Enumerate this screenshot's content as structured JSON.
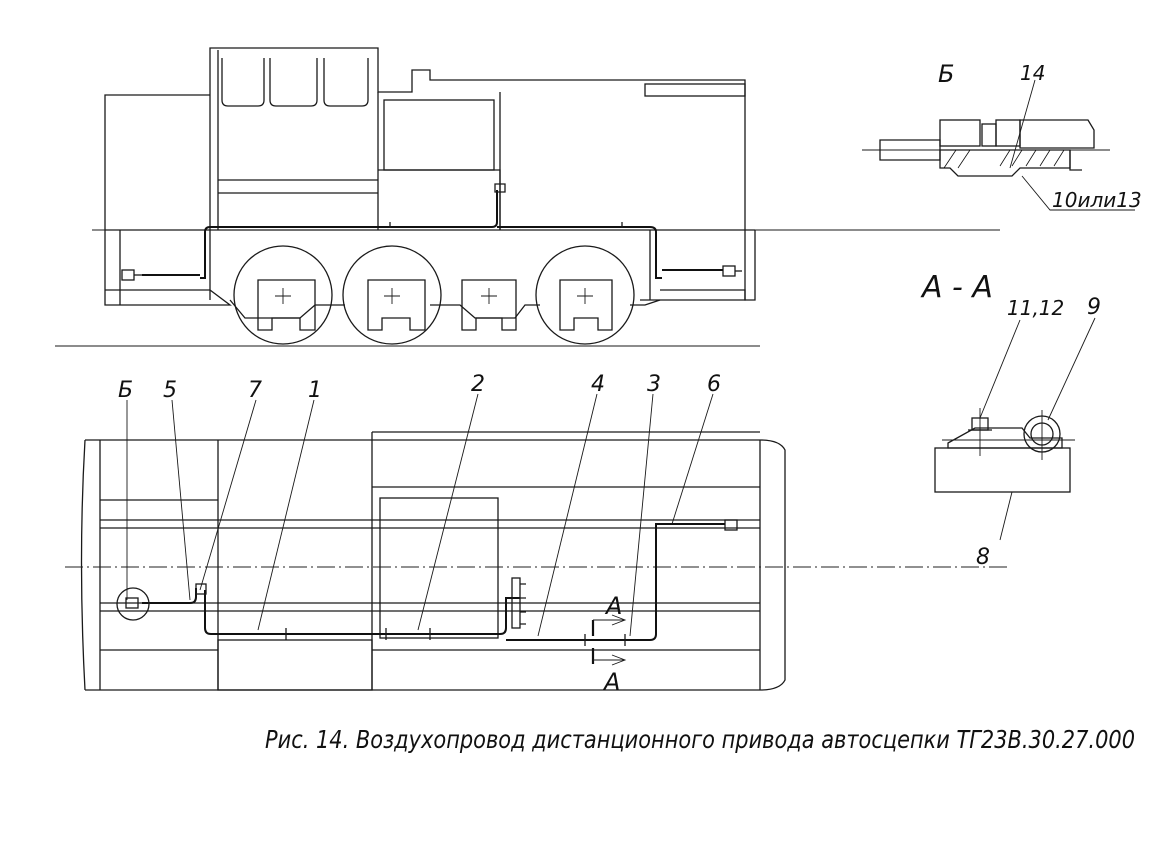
{
  "caption": "Рис. 14. Воздухопровод дистанционного привода автосцепки ТГ23В.30.27.000",
  "side_view": {},
  "plan_view": {
    "callouts": [
      "Б",
      "5",
      "7",
      "1",
      "2",
      "4",
      "3",
      "6"
    ],
    "section_marks": [
      "А",
      "А"
    ]
  },
  "detail_b": {
    "title": "Б",
    "callouts": [
      "14",
      "10или13"
    ]
  },
  "section_aa": {
    "title": "А - А",
    "callouts": [
      "11,12",
      "9",
      "8"
    ]
  }
}
